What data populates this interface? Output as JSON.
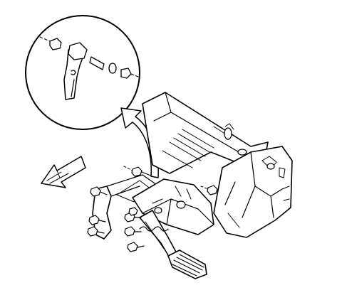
{
  "colors": {
    "background": "#ffffff",
    "ink": "#000000"
  },
  "icons": {
    "detail_view": "magnified-detail-circle",
    "callout_arrow": "curved-callout-arrow",
    "direction_arrow": "vehicle-forward-arrow",
    "fastener": "bolt-nut-icon"
  }
}
